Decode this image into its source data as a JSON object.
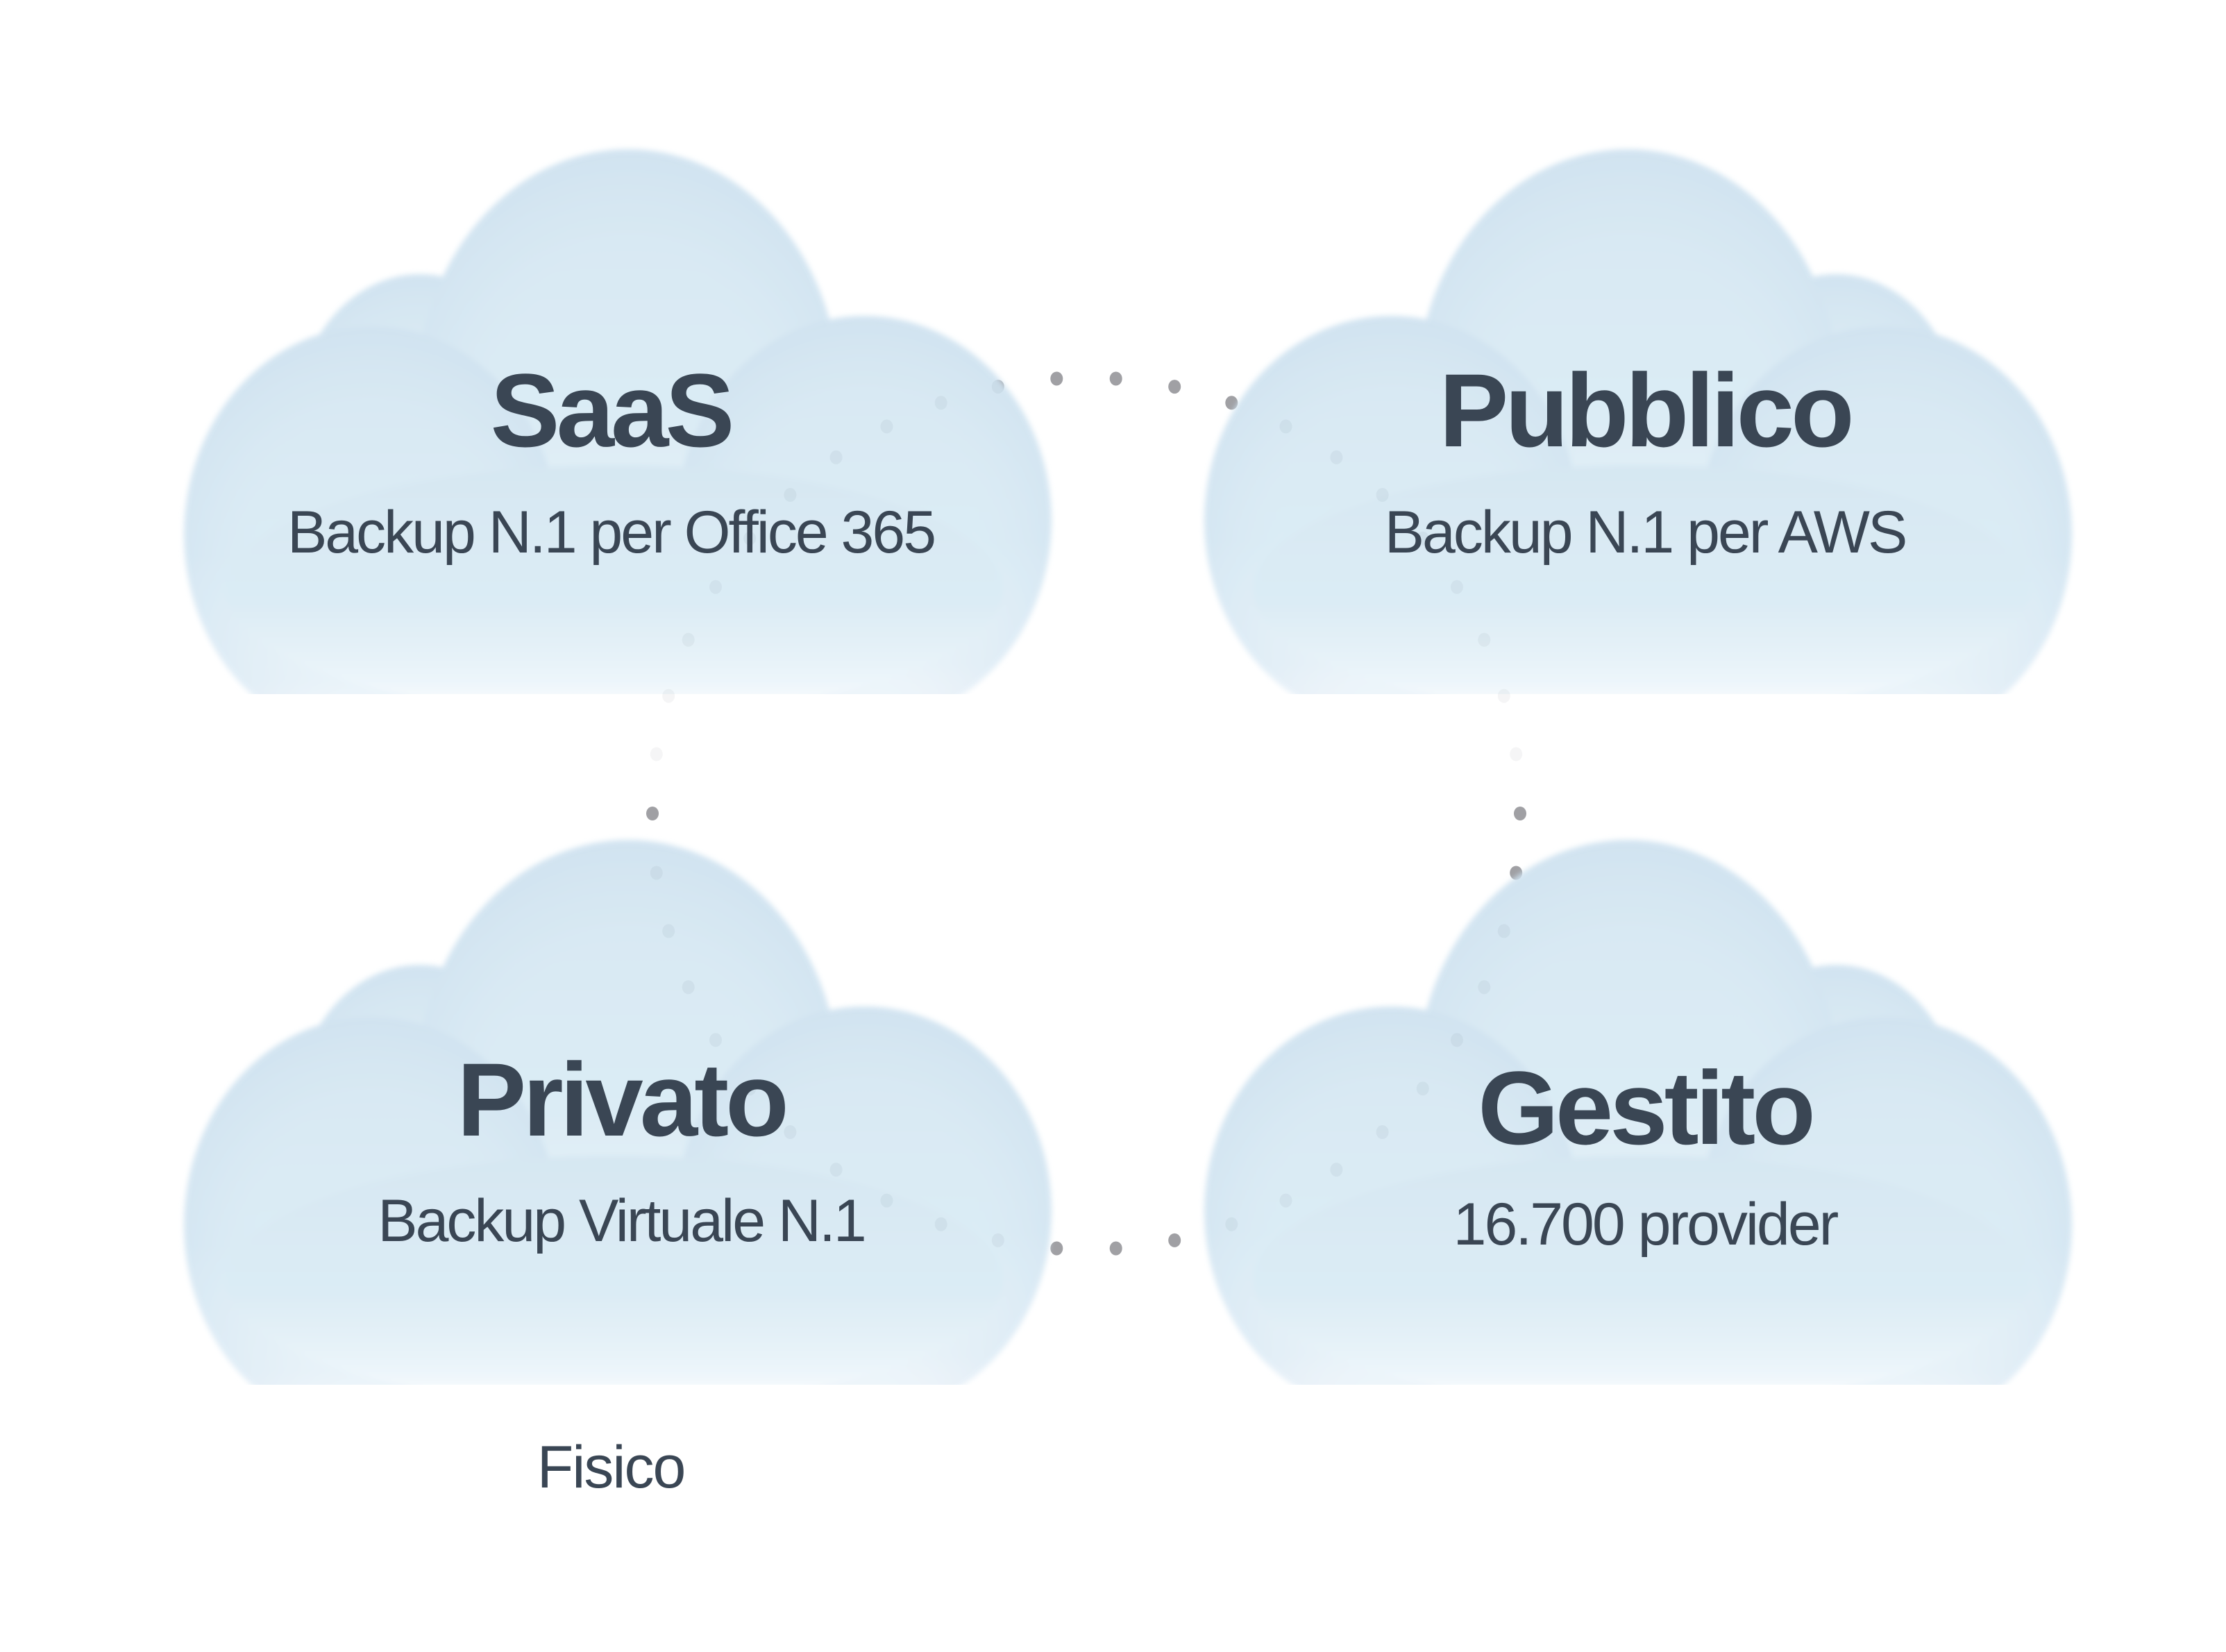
{
  "colors": {
    "text": "#3a4654",
    "dot": "#a0a0a4",
    "cloud_light": "#e6f3fa",
    "cloud_mid": "#cfe3f0",
    "cloud_shadow": "#bcd3ea"
  },
  "connector": {
    "style": "dotted-ring",
    "icon": "dotted-connector"
  },
  "clouds": [
    {
      "id": "saas",
      "title": "SaaS",
      "subtitle": "Backup N.1 per Office 365",
      "icon": "cloud-icon"
    },
    {
      "id": "pubblico",
      "title": "Pubblico",
      "subtitle": "Backup N.1 per AWS",
      "icon": "cloud-icon"
    },
    {
      "id": "privato",
      "title": "Privato",
      "subtitle": "Backup Virtuale N.1",
      "icon": "cloud-icon"
    },
    {
      "id": "gestito",
      "title": "Gestito",
      "subtitle": "16.700 provider",
      "icon": "cloud-icon"
    }
  ],
  "footnote": {
    "label": "Fisico"
  }
}
